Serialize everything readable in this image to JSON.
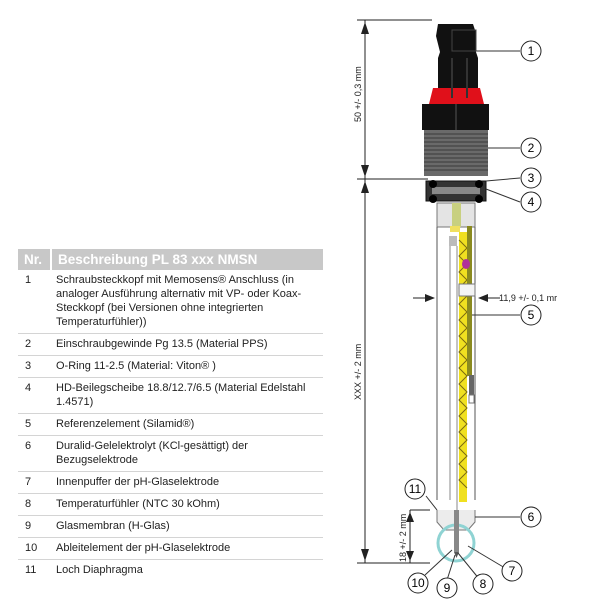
{
  "table": {
    "header": {
      "nr": "Nr.",
      "description": "Beschreibung PL 83 xxx  NMSN"
    },
    "rows": [
      {
        "nr": "1",
        "text": "Schraubsteckkopf mit Memosens® Anschluss (in analoger Ausführung alternativ mit VP- oder Koax-Steckkopf (bei Versionen ohne integrierten Temperaturfühler))"
      },
      {
        "nr": "2",
        "text": "Einschraubgewinde Pg 13.5 (Material PPS)"
      },
      {
        "nr": "3",
        "text": "O-Ring 11-2.5 (Material: Viton® )"
      },
      {
        "nr": "4",
        "text": "HD-Beilegscheibe 18.8/12.7/6.5 (Material Edelstahl 1.4571)"
      },
      {
        "nr": "5",
        "text": "Referenzelement (Silamid®)"
      },
      {
        "nr": "6",
        "text": "Duralid-Gelelektrolyt (KCl-gesättigt) der Bezugselektrode"
      },
      {
        "nr": "7",
        "text": "Innenpuffer der pH-Glaselektrode"
      },
      {
        "nr": "8",
        "text": "Temperaturfühler (NTC 30 kOhm)"
      },
      {
        "nr": "9",
        "text": "Glasmembran (H-Glas)"
      },
      {
        "nr": "10",
        "text": "Ableitelement der pH-Glaselektrode"
      },
      {
        "nr": "11",
        "text": "Loch Diaphragma"
      }
    ]
  },
  "diagram": {
    "dimensions": {
      "top": "50 +/- 0,3 mm",
      "length": "XXX +/- 2 mm",
      "diameter": "11,9 +/- 0,1 mr",
      "tip": "18 +/- 2 mm"
    },
    "callouts": [
      "1",
      "2",
      "3",
      "4",
      "5",
      "6",
      "7",
      "8",
      "9",
      "10",
      "11"
    ],
    "colors": {
      "head_black": "#111111",
      "head_red": "#e0101a",
      "thread_gray": "#6a6a6a",
      "gel_yellow": "#f0e020",
      "olive": "#8a8a20",
      "membrane_cyan": "#8fd3d3",
      "ref_purple": "#b0309a"
    }
  }
}
